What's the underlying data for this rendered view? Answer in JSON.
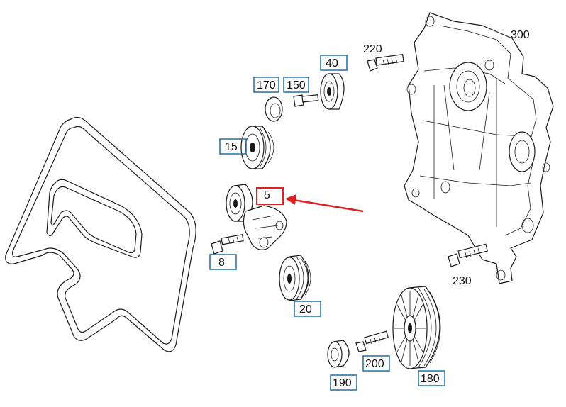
{
  "colors": {
    "box": "#1f6fa8",
    "highlight": "#e02020",
    "ink": "#1a1a1a"
  },
  "labels": {
    "p5": "5",
    "p8": "8",
    "p15": "15",
    "p20": "20",
    "p40": "40",
    "p150": "150",
    "p170": "170",
    "p180": "180",
    "p190": "190",
    "p200": "200",
    "p220": "220",
    "p230": "230",
    "p300": "300"
  }
}
